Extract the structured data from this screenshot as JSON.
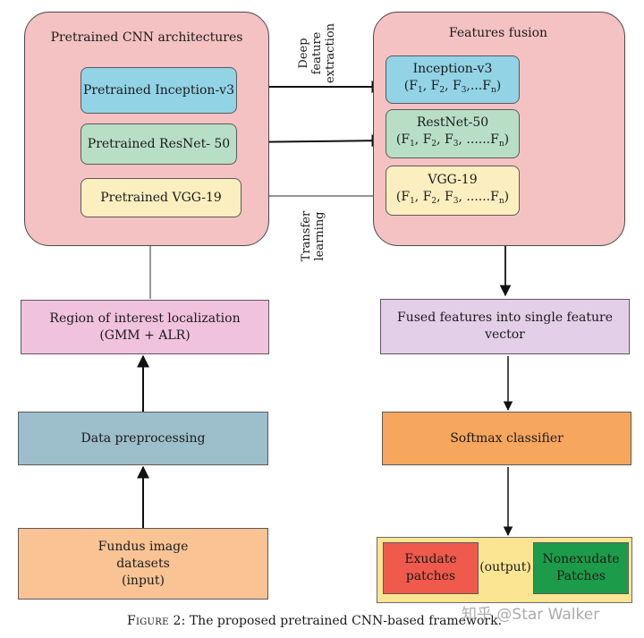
{
  "left_panel": {
    "title": "Pretrained CNN architectures",
    "models": [
      "Pretrained Inception-v3",
      "Pretrained ResNet- 50",
      "Pretrained VGG-19"
    ]
  },
  "right_panel": {
    "title": "Features fusion",
    "features": [
      {
        "name": "Inception-v3",
        "vector": {
          "f1": "F",
          "s1": "1",
          "f2": ", F",
          "s2": "2",
          "f3": ", F",
          "s3": "3",
          "dots": ",...",
          "fn": "F",
          "sn": "n",
          "close": ")"
        }
      },
      {
        "name": "RestNet-50",
        "vector": {
          "f1": "F",
          "s1": "1",
          "f2": ", F",
          "s2": "2",
          "f3": ", F",
          "s3": "3",
          "dots": ", ......",
          "fn": "F",
          "sn": "n",
          "close": ")"
        }
      },
      {
        "name": "VGG-19",
        "vector": {
          "f1": "F",
          "s1": "1",
          "f2": ", F",
          "s2": "2",
          "f3": ", F",
          "s3": "3",
          "dots": ", ......",
          "fn": "F",
          "sn": "n",
          "close": ")"
        }
      }
    ]
  },
  "labels": {
    "deep_feature": [
      "Deep",
      "feature",
      "extraction"
    ],
    "transfer": [
      "Transfer",
      "learning"
    ]
  },
  "pipeline": {
    "roi": [
      "Region of interest localization",
      "(GMM + ALR)"
    ],
    "preprocessing": "Data preprocessing",
    "datasets": [
      "Fundus image",
      "datasets",
      "(input)"
    ],
    "fused": [
      "Fused features into single feature",
      "vector"
    ],
    "classifier": "Softmax classifier"
  },
  "output": {
    "exudate": [
      "Exudate",
      "patches"
    ],
    "label": "(output)",
    "nonexudate": [
      "Nonexudate",
      "Patches"
    ]
  },
  "caption": {
    "figure": "Figure 2",
    "text": ": The proposed pretrained CNN-based framework."
  },
  "watermark": "知乎 @Star Walker",
  "colors": {
    "panel": "#f4c2c2",
    "inception": "#92d3e6",
    "resnet": "#b8dfc6",
    "vgg": "#fbefbf",
    "roi": "#f1c2de",
    "fused": "#e3cfe7",
    "preprocessing": "#9dbecb",
    "datasets": "#f9c394",
    "classifier": "#f7a65e",
    "output_bg": "#fce592",
    "exudate": "#f05a4c",
    "nonexudate": "#1c9c4a"
  }
}
